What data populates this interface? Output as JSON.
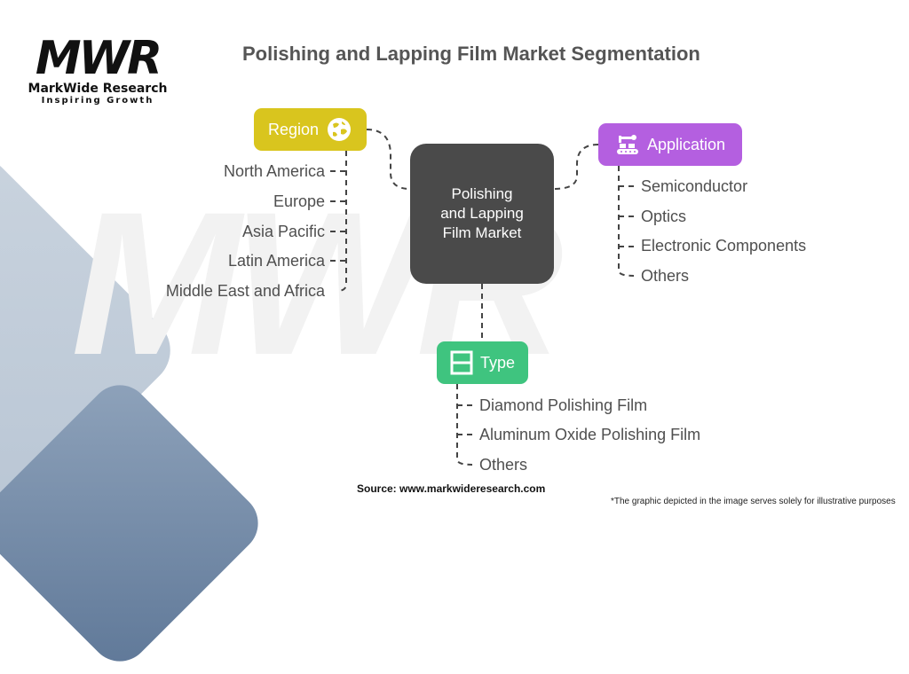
{
  "logo": {
    "mark": "MWR",
    "name": "MarkWide Research",
    "tagline": "Inspiring Growth"
  },
  "title": "Polishing and Lapping Film Market Segmentation",
  "center": {
    "line1": "Polishing",
    "line2": "and Lapping",
    "line3": "Film Market",
    "color": "#4a4a4a"
  },
  "segments": {
    "region": {
      "label": "Region",
      "icon": "globe-icon",
      "color": "#d9c51e",
      "items": [
        "North America",
        "Europe",
        "Asia Pacific",
        "Latin America",
        "Middle East and Africa"
      ]
    },
    "application": {
      "label": "Application",
      "icon": "conveyor-robot-arm-icon",
      "color": "#b45fe0",
      "items": [
        "Semiconductor",
        "Optics",
        "Electronic Components",
        "Others"
      ]
    },
    "type": {
      "label": "Type",
      "icon": "split-panel-icon",
      "color": "#3fc47f",
      "items": [
        "Diamond Polishing Film",
        "Aluminum Oxide Polishing Film",
        "Others"
      ]
    }
  },
  "footer": {
    "source": "Source: www.markwideresearch.com",
    "disclaimer": "*The graphic depicted in the image serves solely for illustrative purposes"
  }
}
